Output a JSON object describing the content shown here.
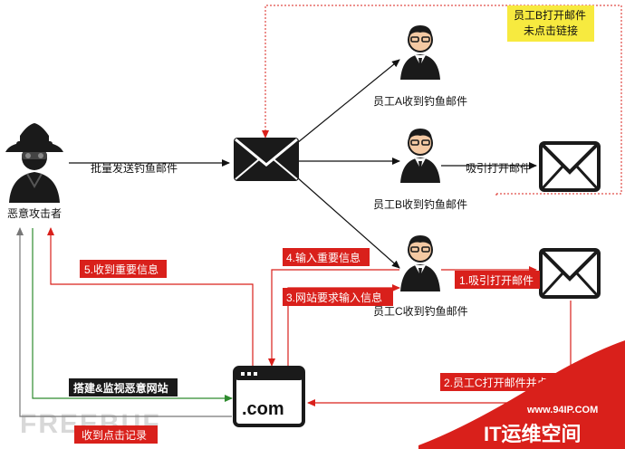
{
  "nodes": {
    "attacker": "恶意攻击者",
    "employee_a": "员工A收到钓鱼邮件",
    "employee_b": "员工B收到钓鱼邮件",
    "employee_c": "员工C收到钓鱼邮件",
    "website": ".com"
  },
  "edges": {
    "bulk_send": "批量发送钓鱼邮件",
    "attract_open": "吸引打开邮件",
    "step1": "1.吸引打开邮件",
    "step2": "2.员工C打开邮件并点",
    "step3": "3.网站要求输入信息",
    "step4": "4.输入重要信息",
    "step5": "5.收到重要信息",
    "build_monitor": "搭建&监视恶意网站",
    "receive_click": "收到点击记录"
  },
  "note": {
    "line1": "员工B打开邮件",
    "line2": "未点击链接"
  },
  "watermark": {
    "freebuf": "FREEBUF",
    "url": "www.94IP.COM",
    "name": "IT运维空间"
  },
  "colors": {
    "red": "#d9201b",
    "green": "#2e8b2e",
    "note_bg": "#f7ea3f",
    "black": "#111111"
  }
}
